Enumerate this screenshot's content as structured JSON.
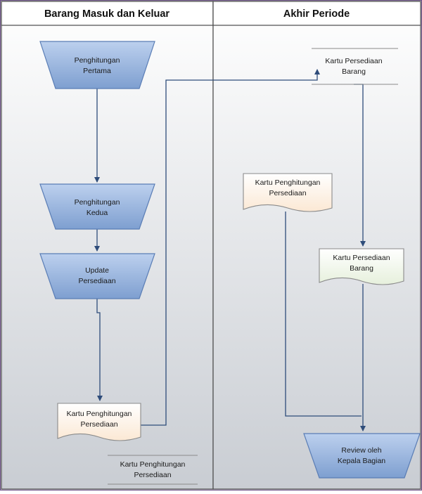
{
  "lanes": {
    "left_title": "Barang Masuk dan Keluar",
    "right_title": "Akhir Periode"
  },
  "shapes": {
    "penghitungan_pertama": [
      "Penghitungan",
      "Pertama"
    ],
    "penghitungan_kedua": [
      "Penghitungan",
      "Kedua"
    ],
    "update_persediaan": [
      "Update",
      "Persediaan"
    ],
    "kartu_penghitungan_doc_left": [
      "Kartu Penghitungan",
      "Persediaan"
    ],
    "kartu_penghitungan_store_left": [
      "Kartu Penghitungan",
      "Persediaan"
    ],
    "kartu_persediaan_store_right": [
      "Kartu Persediaan",
      "Barang"
    ],
    "kartu_penghitungan_doc_right": [
      "Kartu Penghitungan",
      "Persediaan"
    ],
    "kartu_persediaan_doc_right": [
      "Kartu Persediaan",
      "Barang"
    ],
    "review_kepala_bagian": [
      "Review oleh",
      "Kepala Bagian"
    ]
  },
  "colors": {
    "lane_border": "#4a4a4a",
    "lane_fill_top": "#ffffff",
    "lane_fill_bottom": "#c9cdd3",
    "process_fill_top": "#b8cdec",
    "process_fill_bottom": "#7d9fd1",
    "process_stroke": "#5a7db5",
    "doc_fill_peach": "#fdf1e4",
    "doc_fill_green": "#f0f6ea",
    "connector": "#2e4c7a",
    "page_border": "#6b4f86"
  }
}
